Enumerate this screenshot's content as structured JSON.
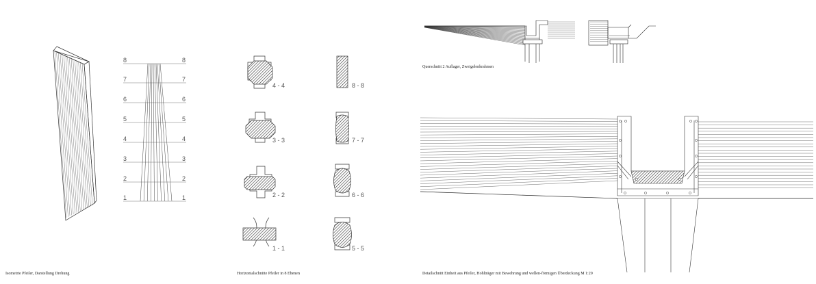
{
  "captions": {
    "isometric": "Isometrie Pfeiler, Darstellung Drehung",
    "horizontal": "Horizontalschnitte Pfeiler in 8 Ebenen",
    "cross": "Querschnitt 2 Auflager, Zweigelenkrahmen",
    "detail": "Detailschnitt Einheit aus Pfeiler, Hohlträger mit Bewehrung und wellen-förmigen Überdeckung M 1:20"
  },
  "levels": [
    "8",
    "7",
    "6",
    "5",
    "4",
    "3",
    "2",
    "1"
  ],
  "sections": {
    "left": [
      "4 - 4",
      "3 - 3",
      "2 - 2",
      "1 - 1"
    ],
    "right": [
      "8 - 8",
      "7 - 7",
      "6 - 6",
      "5 - 5"
    ]
  }
}
